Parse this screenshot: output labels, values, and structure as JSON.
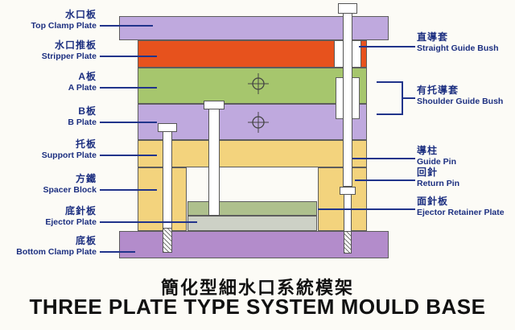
{
  "left_labels": [
    {
      "cn": "水口板",
      "en": "Top Clamp Plate"
    },
    {
      "cn": "水口推板",
      "en": "Stripper Plate"
    },
    {
      "cn": "A板",
      "en": "A Plate"
    },
    {
      "cn": "B板",
      "en": "B Plate"
    },
    {
      "cn": "托板",
      "en": "Support Plate"
    },
    {
      "cn": "方鐵",
      "en": "Spacer Block"
    },
    {
      "cn": "底針板",
      "en": "Ejector Plate"
    },
    {
      "cn": "底板",
      "en": "Bottom Clamp Plate"
    }
  ],
  "right_labels": [
    {
      "cn": "直導套",
      "en": "Straight Guide Bush"
    },
    {
      "cn": "有托導套",
      "en": "Shoulder Guide Bush"
    },
    {
      "cn": "導柱",
      "en": "Guide Pin"
    },
    {
      "cn": "回針",
      "en": "Return Pin"
    },
    {
      "cn": "面針板",
      "en": "Ejector Retainer Plate"
    }
  ],
  "title": {
    "cn": "簡化型細水口系統模架",
    "en": "THREE PLATE TYPE SYSTEM MOULD BASE"
  },
  "colors": {
    "top_clamp_plate": "#bfa9de",
    "stripper_plate": "#e7521d",
    "a_plate": "#a6c66d",
    "b_plate": "#bfa9de",
    "support_plate": "#f3d37d",
    "spacer_block": "#f3d37d",
    "ejector_retainer_plate": "#aec08d",
    "ejector_plate": "#cdd1c6",
    "bottom_clamp_plate": "#b38ccb",
    "label_text": "#1c2f80",
    "leader_line": "#21348b",
    "title_text": "#111111"
  }
}
